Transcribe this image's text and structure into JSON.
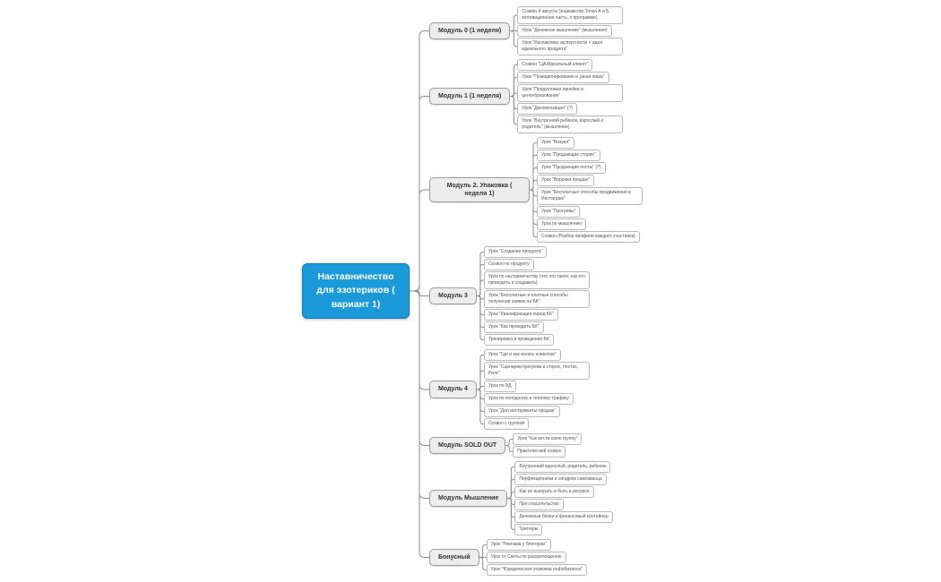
{
  "root": {
    "label": "Наставничество для эзотериков ( вариант 1)"
  },
  "colors": {
    "central_bg": "#1a9ad8",
    "central_border": "#1080b8",
    "central_text": "#ffffff",
    "module_bg": "#ededed",
    "module_border": "#9b9b9b",
    "module_text": "#333333",
    "leaf_bg": "#ffffff",
    "leaf_border": "#b8b8b8",
    "leaf_text": "#555555",
    "line": "#8c8c8c",
    "background": "#ffffff"
  },
  "modules": [
    {
      "label": "Модуль 0 (1 неделя)",
      "children": [
        "Созвон 4 августа (знакомство,Точка А и Б, мотивационная часть, о программе)",
        "Урок \"Денежное мышление\" (мышление)",
        "Урок \"Распаковка экспертности + идея идеального продукта\""
      ]
    },
    {
      "label": "Модуль 1 (1 неделя)",
      "children": [
        "Созвон \"ЦА/Идеальный клиент\"",
        "Урок \"Позиционирование и узкая ниша\"",
        "Урок \"Продуктовая линейка и ценообразование\"",
        "Урок \"Декомпозиция\" (?)",
        "Урок \"Внутренний ребенок, взрослый и родитель\" (мышление)"
      ]
    },
    {
      "label": "Модуль 2. Упаковка ( неделя 1)",
      "children": [
        "Урок \"Визуал\"",
        "Урок \"Продающие сторис\"",
        "Урок \"Продающие посты\" (?)",
        "Урок \"Воронки продаж\"",
        "Урок \"Бесплатные способы продвижения в Инстаграм\"",
        "Урок \"Прогревы\"",
        "Урок по мышлению",
        "Созвон (Разбор профиля каждого участника)"
      ]
    },
    {
      "label": "Модуль 3",
      "children": [
        "Урок \"Создание продукта\"",
        "Созвон по продукту",
        "Урок по наставничеству (что это такое, как его проводить и создавать)",
        "Урок \"Бесплатные и платные способы получения заявок на БК\"",
        "Урок \"Квалификация перед БК\"",
        "Урок \"Как проводить БК\"",
        "Тренировка в проведении БК"
      ]
    },
    {
      "label": "Модуль 4",
      "children": [
        "Урок \"Где и как искать клиентов\"",
        "Урок \"Сценарии прогрева в сторис, постах, Рилс\"",
        "Урок по ВД",
        "Урок по холодному и теплому трафику",
        "Урок \"Доп инструменты продаж\"",
        "Созвон с группой"
      ]
    },
    {
      "label": "Модуль SOLD OUT",
      "children": [
        "Урок \"Как вести свою группу\"",
        "Практический созвон"
      ]
    },
    {
      "label": "Модуль Мышление",
      "children": [
        "Внутренний взрослый, родитель, ребенок",
        "Перфекционизм и синдром самозванца",
        "Как не выгорать и быть в ресурсе",
        "Про спасательство",
        "Денежные блоки и финансовый контейнер",
        "Триггеры"
      ]
    },
    {
      "label": "Бонусный",
      "children": [
        "Урок \"Реклама у блогеров\"",
        "Урок от Светы по раскрепощению",
        "Урок \"Юридическая упаковка инфобизнеса\""
      ]
    }
  ]
}
